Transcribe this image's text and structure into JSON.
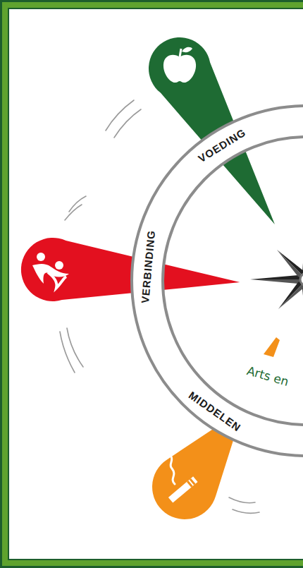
{
  "diagram": {
    "labels": [
      "VOEDING",
      "VERBINDING",
      "MIDDELEN",
      "Arts en"
    ]
  }
}
